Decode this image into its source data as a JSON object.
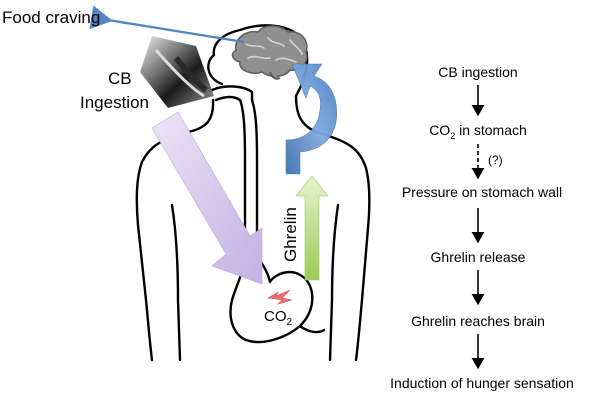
{
  "diagram": {
    "food_craving": "Food craving",
    "cb_ingestion_line1": "CB",
    "cb_ingestion_line2": "Ingestion",
    "ghrelin_label": "Ghrelin",
    "co2_stomach": {
      "base": "CO",
      "sub": "2"
    }
  },
  "flow": {
    "steps": [
      {
        "text": "CB ingestion"
      },
      {
        "text_base": "CO",
        "text_sub": "2",
        "text_rest": " in stomach"
      },
      {
        "text": "Pressure on stomach wall"
      },
      {
        "text": "Ghrelin release"
      },
      {
        "text": "Ghrelin reaches brain"
      },
      {
        "text": "Induction of hunger sensation"
      }
    ],
    "uncertain_label": "(?)"
  },
  "colors": {
    "outline": "#000000",
    "brain": "#8c8c8c",
    "blue_arrow": "#5b8fd0",
    "purple_arrow": "#cbb9e6",
    "green_arrow": "#a6d36a",
    "co2_burst": "#ee6b6b"
  }
}
